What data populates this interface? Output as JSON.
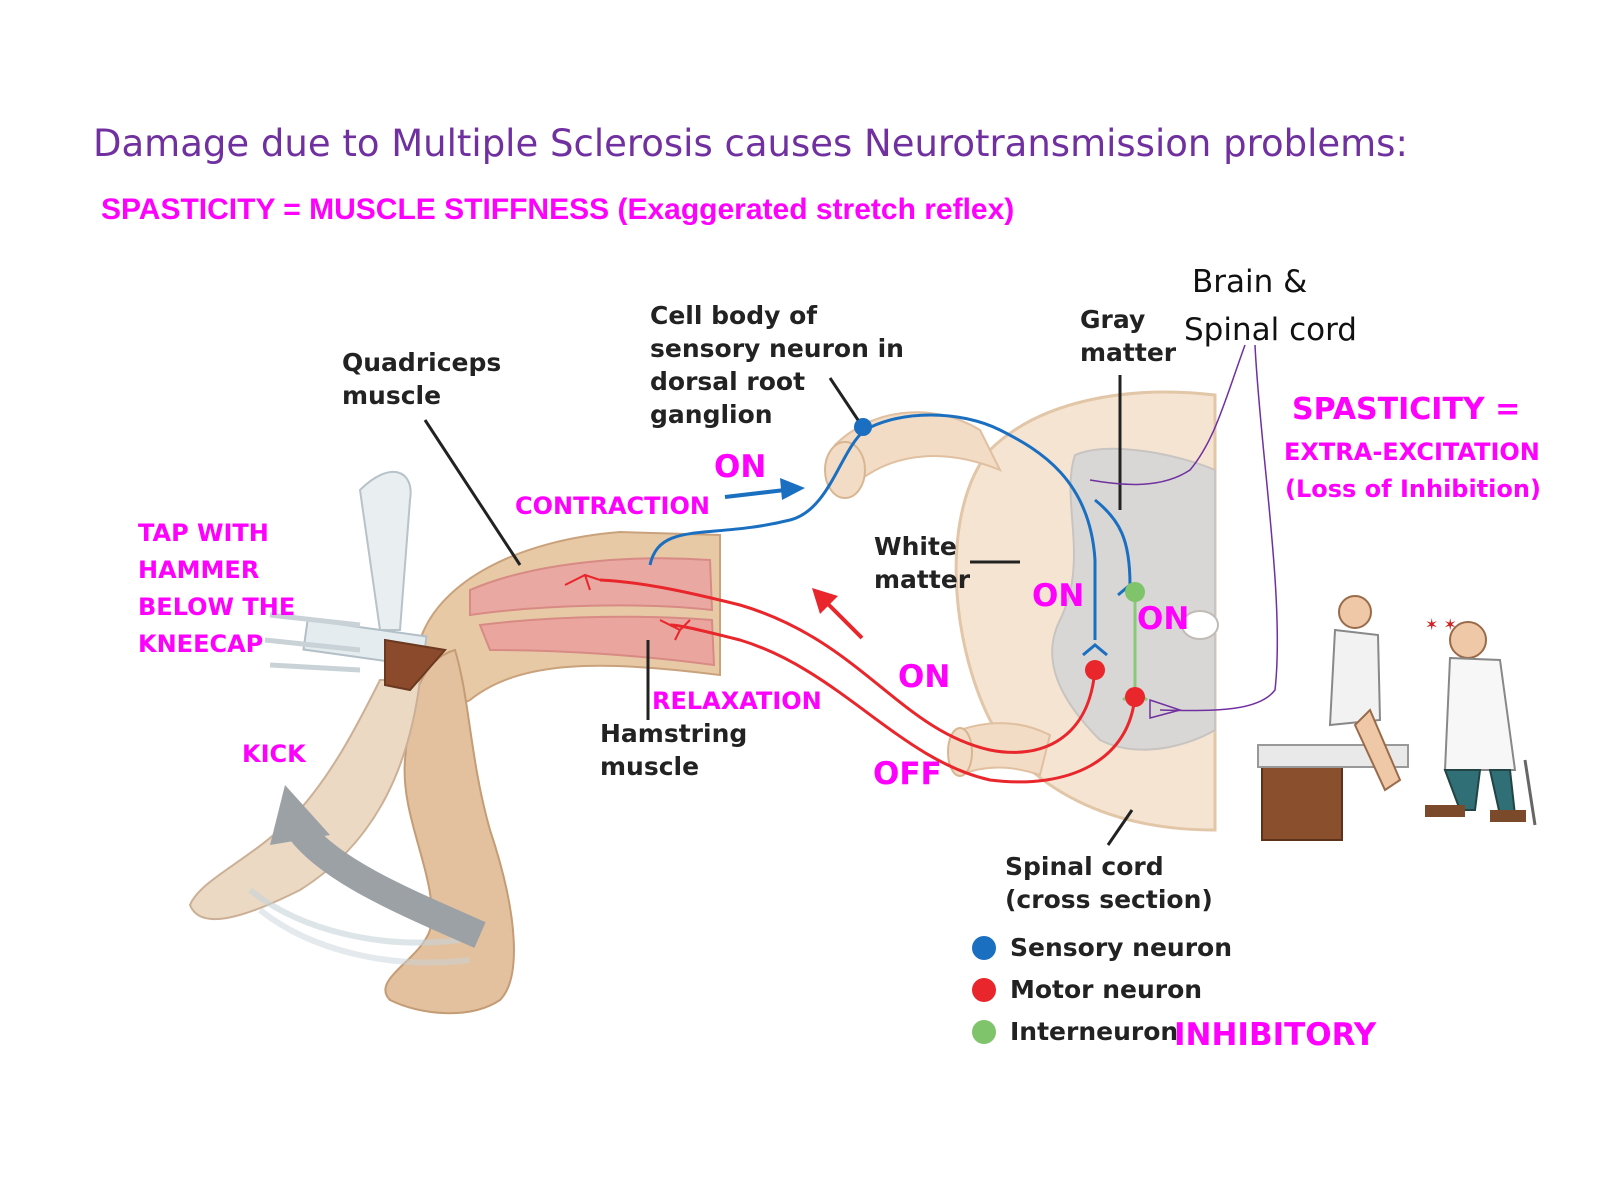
{
  "title": "Damage due to Multiple Sclerosis causes Neurotransmission problems:",
  "subtitle": "SPASTICITY = MUSCLE STIFFNESS (Exaggerated stretch reflex)",
  "labels": {
    "quadriceps": [
      "Quadriceps",
      "muscle"
    ],
    "cell_body": [
      "Cell body of",
      "sensory neuron in",
      "dorsal root",
      "ganglion"
    ],
    "gray_matter": [
      "Gray",
      "matter"
    ],
    "white_matter": [
      "White",
      "matter"
    ],
    "hamstring": [
      "Hamstring",
      "muscle"
    ],
    "spinal_cord": [
      "Spinal cord",
      "(cross section)"
    ],
    "brain": [
      "Brain &",
      "Spinal cord"
    ]
  },
  "annotations": {
    "on_sensory": "ON",
    "contraction": "CONTRACTION",
    "tap": [
      "TAP WITH",
      "HAMMER",
      "BELOW THE",
      "KNEECAP"
    ],
    "kick": "KICK",
    "relaxation": "RELAXATION",
    "on_motor": "ON",
    "off": "OFF",
    "on_spinal_left": "ON",
    "on_spinal_right": "ON",
    "spasticity_eq": "SPASTICITY =",
    "extra_excitation": "EXTRA-EXCITATION",
    "loss_inhibition": "(Loss of Inhibition)",
    "inhibitory": "INHIBITORY"
  },
  "legend": [
    {
      "label": "Sensory neuron",
      "color": "#1a6fc0"
    },
    {
      "label": "Motor neuron",
      "color": "#e8262b"
    },
    {
      "label": "Interneuron",
      "color": "#7fc36b"
    }
  ],
  "colors": {
    "title": "#7030a0",
    "annotation": "#ff00ff",
    "sensory": "#1a6fc0",
    "motor": "#e8262b",
    "interneuron": "#7fc36b"
  }
}
